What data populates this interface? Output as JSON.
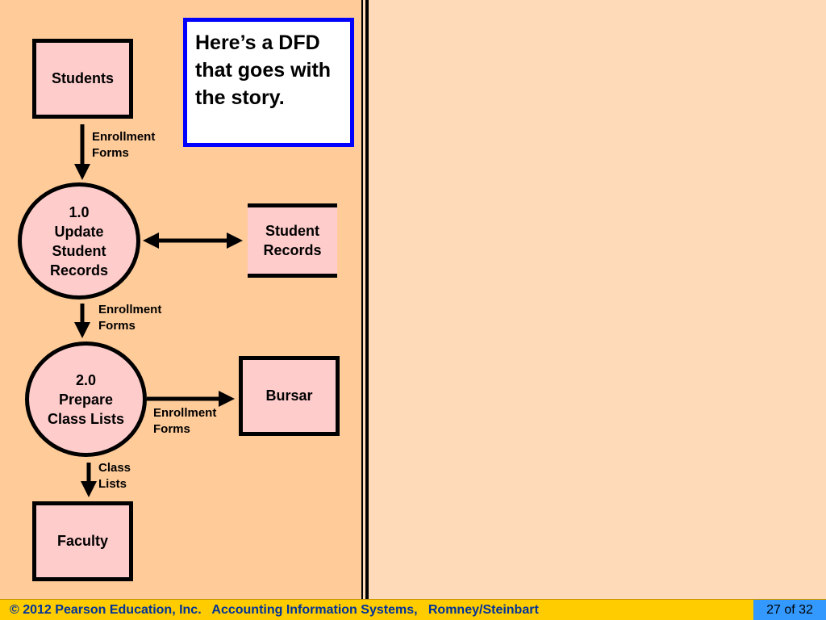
{
  "entities": {
    "students": "Students",
    "bursar": "Bursar",
    "faculty": "Faculty"
  },
  "processes": {
    "p1": {
      "number": "1.0",
      "lines": [
        "Update",
        "Student",
        "Records"
      ]
    },
    "p2": {
      "number": "2.0",
      "lines": [
        "Prepare",
        "Class Lists"
      ]
    }
  },
  "store": {
    "lines": [
      "Student",
      "Records"
    ]
  },
  "flows": {
    "students_to_p1": [
      "Enrollment",
      "Forms"
    ],
    "p1_to_p2": [
      "Enrollment",
      "Forms"
    ],
    "p2_to_bursar": [
      "Enrollment",
      "Forms"
    ],
    "p2_to_faculty": [
      "Class",
      "Lists"
    ]
  },
  "note": {
    "text": "Here’s a DFD that goes with the story."
  },
  "footer": {
    "copyright": "© 2012 Pearson Education, Inc.   Accounting Information Systems,   Romney/Steinbart",
    "page": "27 of 32"
  },
  "colors": {
    "left_bg": "#FFCB99",
    "right_bg": "#FFDAB8",
    "shape_fill": "#FFCCCC",
    "note_border": "#0000FF",
    "footer_bg": "#FFCC00",
    "footer_text": "#003399",
    "page_bg": "#3399FF"
  }
}
